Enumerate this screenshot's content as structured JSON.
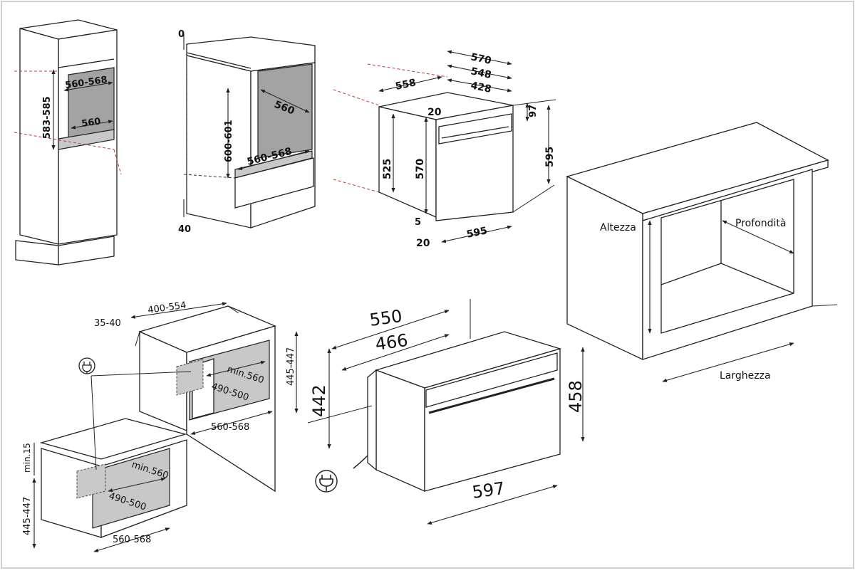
{
  "panel_a": {
    "opening_width": "560-568",
    "opening_height": "583-585",
    "inner_width": "560"
  },
  "panel_b": {
    "top_gap": "0",
    "bottom_gap": "40",
    "opening_height": "600-601",
    "depth": "560",
    "width": "560-568"
  },
  "panel_c": {
    "depth_total": "570",
    "depth_548": "548",
    "depth_428": "428",
    "depth_558": "558",
    "top_20": "20",
    "top_97": "97",
    "height_525": "525",
    "height_570": "570",
    "height_595": "595",
    "bottom_5": "5",
    "front_20": "20",
    "width_595": "595"
  },
  "panel_d": {
    "height_label": "Altezza",
    "depth_label": "Profondità",
    "width_label": "Larghezza"
  },
  "panel_e": {
    "top_depth": "400-554",
    "top_gap": "35-40",
    "upper_min": "min.560",
    "upper_depth": "490-500",
    "upper_width": "560-568",
    "upper_height": "445-447",
    "lower_min_gap": "min.15",
    "lower_min": "min.560",
    "lower_depth": "490-500",
    "lower_width": "560-568",
    "lower_height": "445-447"
  },
  "panel_f": {
    "depth_550": "550",
    "depth_466": "466",
    "height_442": "442",
    "height_458": "458",
    "width_597": "597"
  },
  "colors": {
    "cavity": "#a3a3a3",
    "background": "#ffffff",
    "line": "#222222"
  }
}
